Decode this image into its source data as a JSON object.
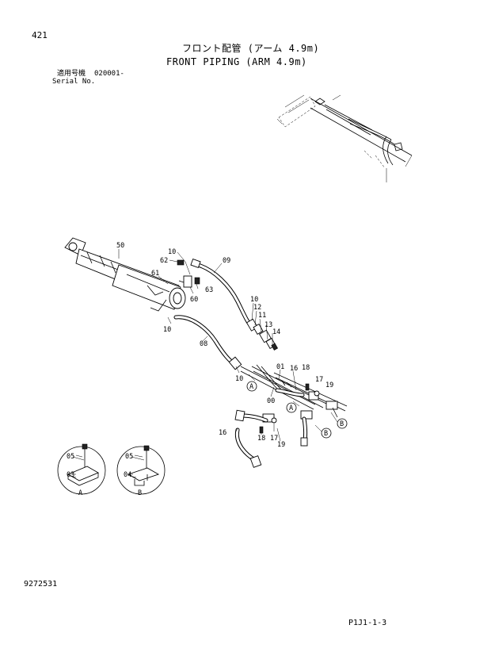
{
  "header": {
    "page_number": "421",
    "title_jp": "フロント配管 (アーム 4.9m)",
    "title_en": "FRONT PIPING (ARM 4.9m)",
    "serial_label_jp": "適用号機",
    "serial_value": "020001-",
    "serial_label_en": "Serial No."
  },
  "callouts": [
    "50",
    "62",
    "10",
    "09",
    "61",
    "60",
    "63",
    "10",
    "12",
    "11",
    "13",
    "14",
    "10",
    "08",
    "10",
    "01",
    "16",
    "18",
    "17",
    "19",
    "00",
    "A",
    "A",
    "B",
    "B",
    "16",
    "18",
    "17",
    "19",
    "05",
    "03",
    "A",
    "05",
    "04",
    "B"
  ],
  "footer": {
    "doc_number": "9272531",
    "page_code": "P1J1-1-3"
  }
}
